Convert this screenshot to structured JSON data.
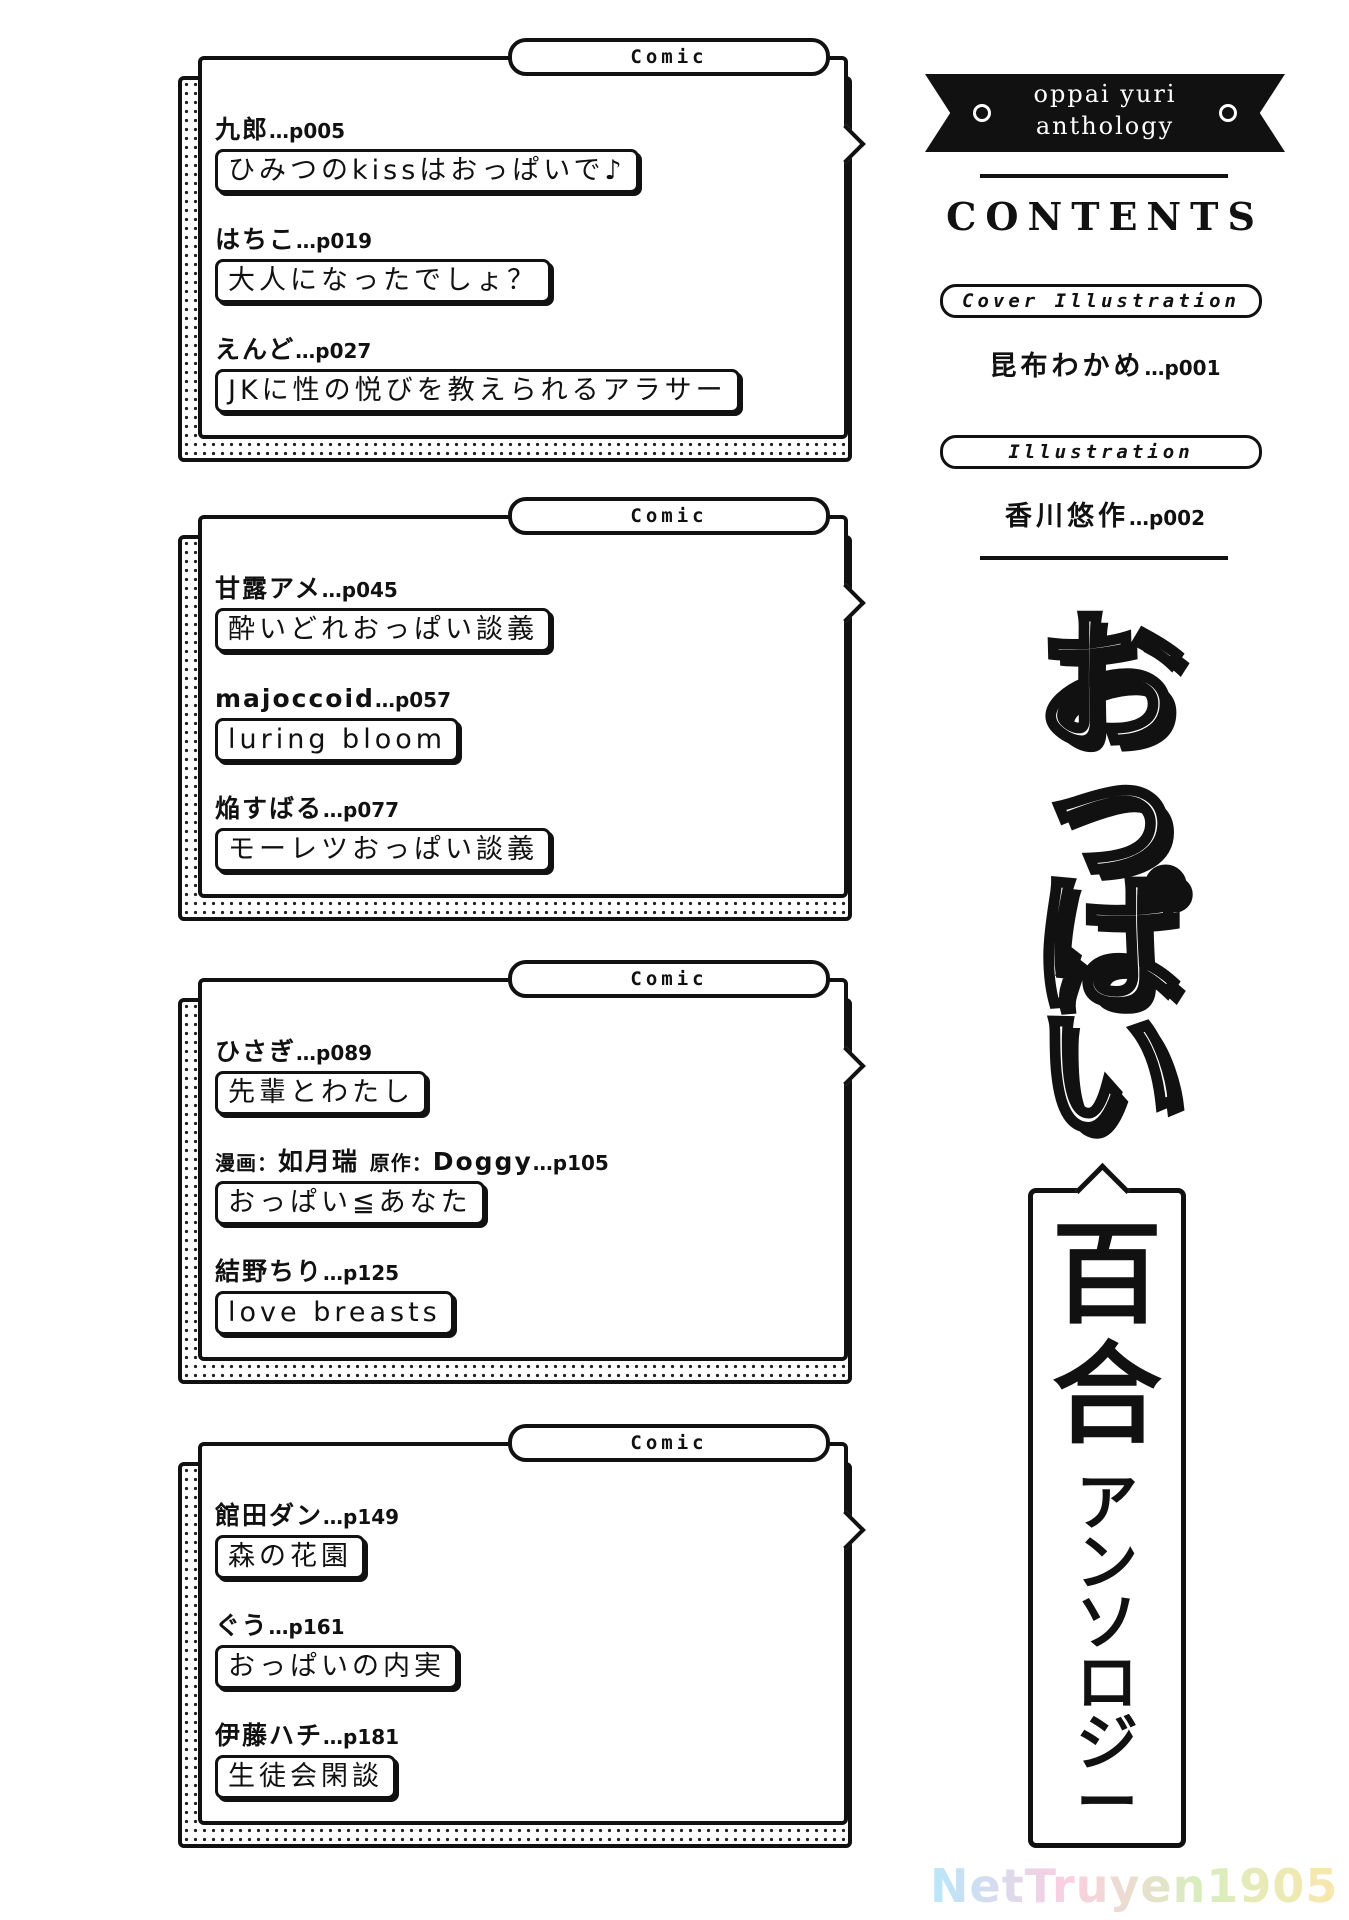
{
  "right_column": {
    "banner_line1": "oppai yuri",
    "banner_line2": "anthology",
    "contents_title": "CONTENTS",
    "cover_label": "Cover Illustration",
    "cover_author": "昆布わかめ",
    "cover_page": "…p001",
    "illustration_label": "Illustration",
    "illustration_author": "香川悠作",
    "illustration_page": "…p002",
    "logo_oppai": [
      "お",
      "っ",
      "ぱ",
      "い"
    ],
    "logo_yuri": [
      "百",
      "合"
    ],
    "logo_anthology": [
      "ア",
      "ン",
      "ソ",
      "ロ",
      "ジ",
      "ー"
    ]
  },
  "sections": [
    {
      "tab": "Comic",
      "entries": [
        {
          "author": "九郎",
          "page": "…p005",
          "title": "ひみつのkissはおっぱいで♪"
        },
        {
          "author": "はちこ",
          "page": "…p019",
          "title": "大人になったでしょ？"
        },
        {
          "author": "えんど",
          "page": "…p027",
          "title": "JKに性の悦びを教えられるアラサー"
        }
      ]
    },
    {
      "tab": "Comic",
      "entries": [
        {
          "author": "甘露アメ",
          "page": "…p045",
          "title": "酔いどれおっぱい談義"
        },
        {
          "author": "majoccoid",
          "page": "…p057",
          "title": "luring bloom"
        },
        {
          "author": "焔すばる",
          "page": "…p077",
          "title": "モーレツおっぱい談義"
        }
      ]
    },
    {
      "tab": "Comic",
      "entries": [
        {
          "author": "ひさぎ",
          "page": "…p089",
          "title": "先輩とわたし"
        },
        {
          "author_prefix1": "漫画：",
          "author": "如月瑞",
          "author_prefix2": "原作：",
          "author2": "Doggy",
          "page": "…p105",
          "title": "おっぱい≦あなた"
        },
        {
          "author": "結野ちり",
          "page": "…p125",
          "title": "love breasts"
        }
      ]
    },
    {
      "tab": "Comic",
      "entries": [
        {
          "author": "館田ダン",
          "page": "…p149",
          "title": "森の花園"
        },
        {
          "author": "ぐう",
          "page": "…p161",
          "title": "おっぱいの内実"
        },
        {
          "author": "伊藤ハチ",
          "page": "…p181",
          "title": "生徒会閑談"
        }
      ]
    }
  ],
  "watermark": "NetTruyen1905",
  "colors": {
    "ink": "#111111",
    "paper": "#ffffff",
    "watermark_gradient": [
      "#7fd3f7",
      "#f7a8c8",
      "#b9e08a",
      "#f6d46b"
    ]
  }
}
